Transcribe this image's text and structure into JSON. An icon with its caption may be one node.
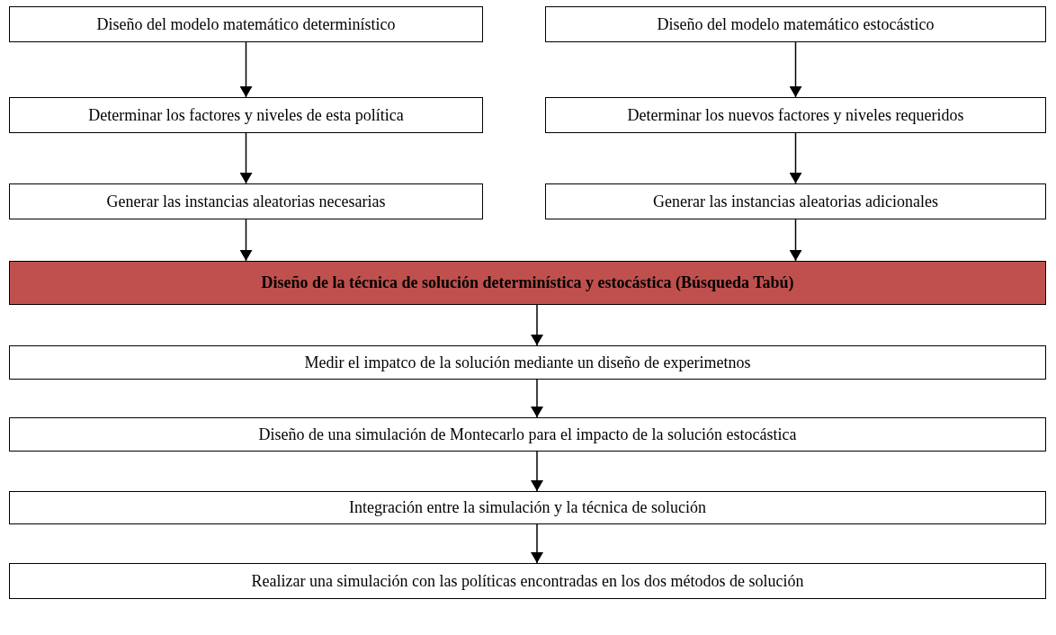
{
  "diagram": {
    "nodes": [
      {
        "text": [
          "Diseño del modelo matemático determinístico"
        ]
      },
      {
        "text": [
          "Diseño del modelo matemático estocástico"
        ]
      },
      {
        "text": [
          "Determinar los factores y niveles de esta política"
        ]
      },
      {
        "text": [
          "Determinar los nuevos factores y niveles requeridos"
        ]
      },
      {
        "text": [
          "Generar las instancias aleatorias necesarias"
        ]
      },
      {
        "text": [
          "Generar las instancias aleatorias adicionales"
        ]
      },
      {
        "text": [
          "Diseño de la técnica de solución determinística y estocástica (Búsqueda Tabú)"
        ]
      },
      {
        "text": [
          "Medir el impatco de la solución mediante un diseño de experimetnos"
        ]
      },
      {
        "text": [
          "Diseño de una simulación de Montecarlo para el impacto de la solución estocástica"
        ]
      },
      {
        "text": [
          "Integración entre la simulación y la técnica de solución"
        ]
      },
      {
        "text": [
          "Realizar una simulación con las políticas encontradas en los dos métodos de solución"
        ]
      }
    ],
    "edges": [
      {
        "from": 0,
        "to": 2,
        "arrow": "to"
      },
      {
        "from": 2,
        "to": 4,
        "arrow": "to"
      },
      {
        "from": 4,
        "to": 6,
        "arrow": "to"
      },
      {
        "from": 1,
        "to": 3,
        "arrow": "to"
      },
      {
        "from": 3,
        "to": 5,
        "arrow": "to"
      },
      {
        "from": 5,
        "to": 6,
        "arrow": "to"
      },
      {
        "from": 6,
        "to": 7,
        "arrow": "to"
      },
      {
        "from": 7,
        "to": 8,
        "arrow": "to"
      },
      {
        "from": 8,
        "to": 9,
        "arrow": "to"
      },
      {
        "from": 9,
        "to": 10,
        "arrow": "to"
      }
    ]
  }
}
